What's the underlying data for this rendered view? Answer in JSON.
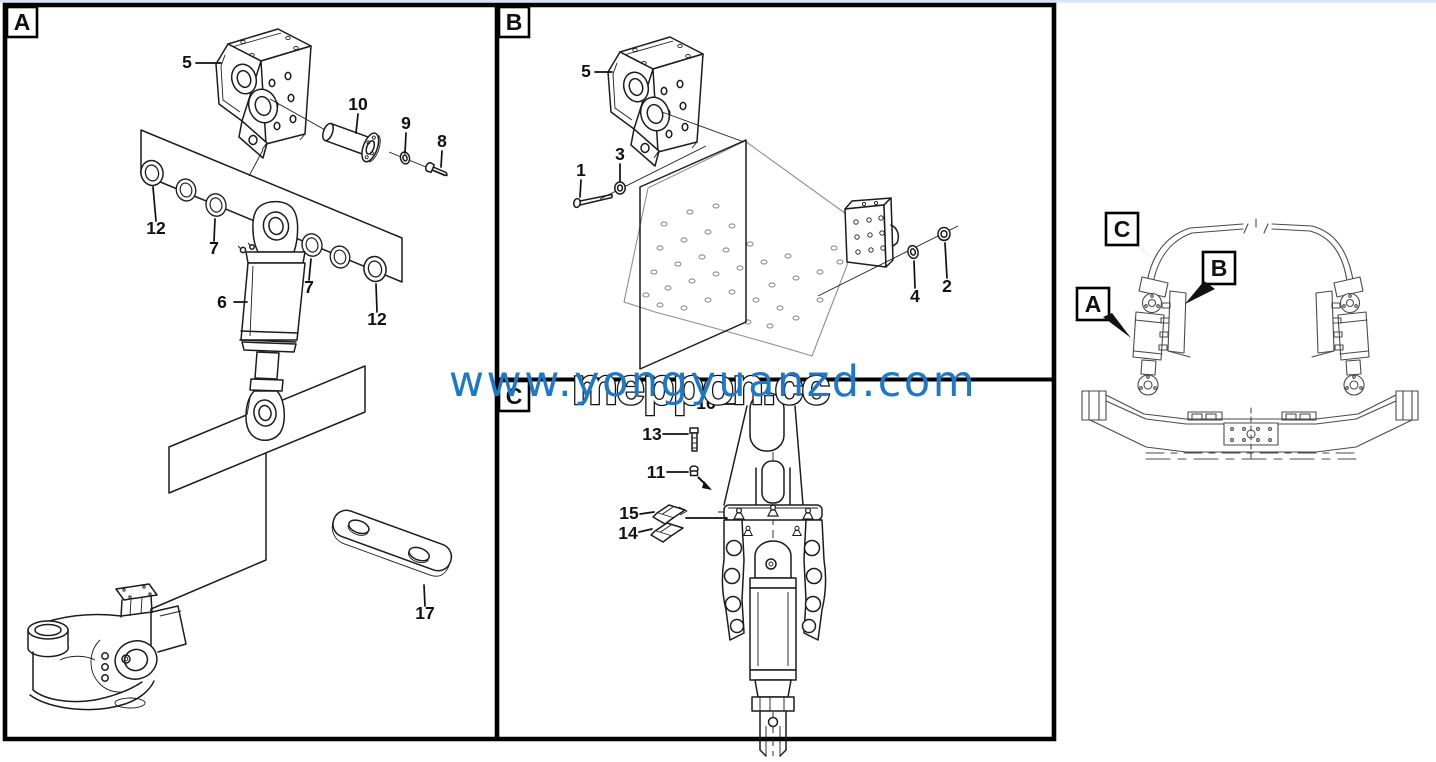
{
  "watermark": {
    "url_text": "www.yongyuanzd.com",
    "brand_text": "meppon.cc",
    "url_color": "#1e78c8"
  },
  "panels": {
    "a": {
      "tag": "A",
      "callouts": {
        "bracket": "5",
        "spacer_sleeve": "10",
        "washer": "9",
        "bolt": "8",
        "seal_left": "12",
        "bushing_left": "7",
        "cylinder": "6",
        "bushing_right": "7",
        "seal_right": "12",
        "link_plate": "17"
      }
    },
    "b": {
      "tag": "B",
      "callouts": {
        "bracket": "5",
        "bolt": "1",
        "nut": "3",
        "washer": "4",
        "nut_right": "2"
      }
    },
    "c": {
      "tag": "C",
      "callouts": {
        "assembly": "16",
        "bolt": "13",
        "grease_fitting": "11",
        "clip_upper": "15",
        "clip_lower": "14"
      }
    }
  },
  "overview": {
    "ref_c": "C",
    "ref_b": "B",
    "ref_a": "A"
  }
}
